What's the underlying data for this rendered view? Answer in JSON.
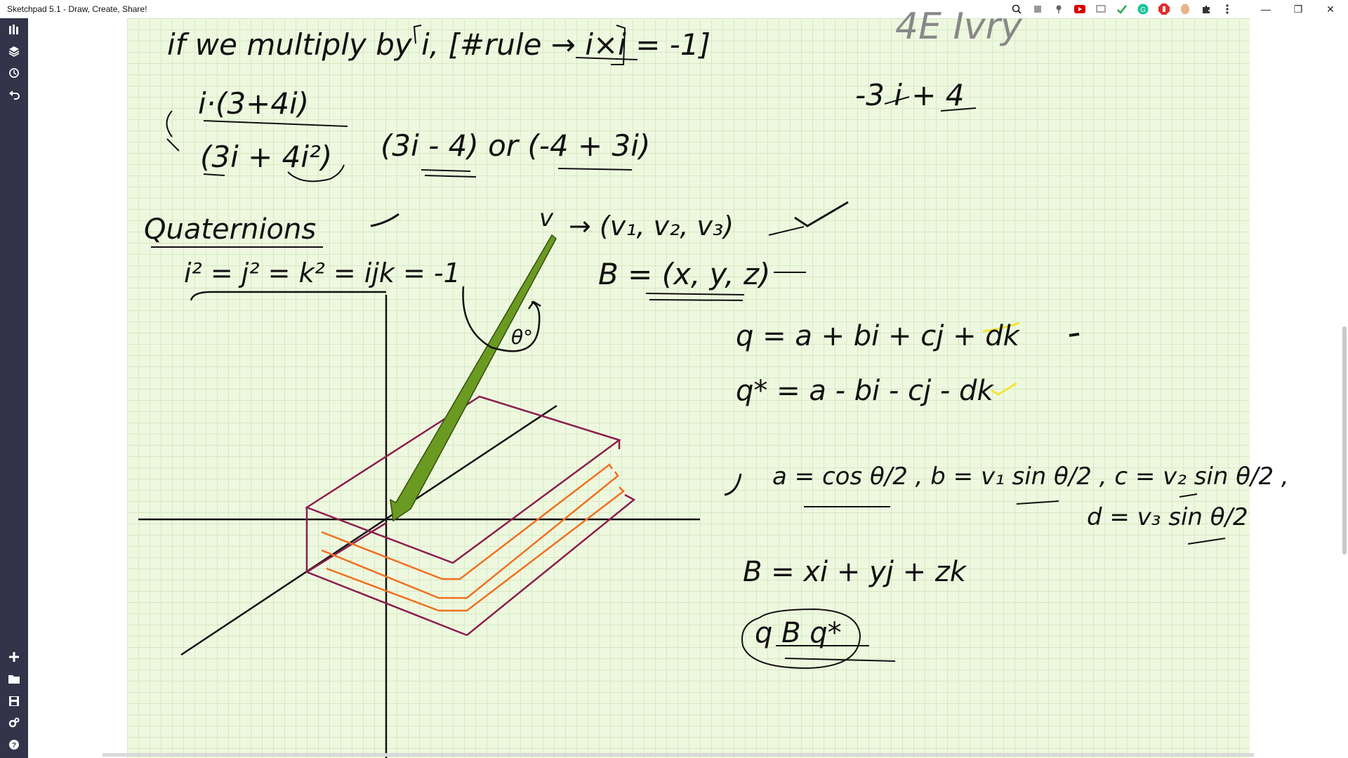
{
  "window": {
    "title": "Sketchpad 5.1 - Draw, Create, Share!",
    "controls": {
      "minimize": "—",
      "restore": "❐",
      "close": "✕"
    }
  },
  "toolbar_icons": [
    "zoom-icon",
    "puzzle-ext-icon",
    "pin-icon",
    "youtube-icon",
    "screen-icon",
    "check-ext-icon",
    "grammarly-icon",
    "adblock-icon",
    "ext-circle-icon",
    "extensions-icon",
    "menu-icon"
  ],
  "sidebar": {
    "top": [
      "tools-icon",
      "layers-icon",
      "history-icon",
      "undo-icon"
    ],
    "bottom": [
      "add-icon",
      "folder-icon",
      "save-icon",
      "settings-icon",
      "help-icon"
    ]
  },
  "notes": {
    "line1": "if we multiply by i, [#rule → i×i = -1]",
    "l2a": "i·(3+4i)",
    "l2b": "(3i + 4i²)",
    "l2c": "(3i - 4) or (-4 + 3i)",
    "top_right_a": "4E  Ivry",
    "top_right_b": "-3 i + 4",
    "quat_title": "Quaternions",
    "quat_rule": "i² = j² = k² = ijk = -1",
    "v_label": "v",
    "v_vec": "→ (v₁, v₂, v₃)",
    "b_vec": "B = (x, y, z)",
    "theta": "θ°",
    "q": "q = a + bi + cj + dk",
    "qstar": "q* = a - bi - cj - dk",
    "abc": "a = cos θ/2 , b = v₁ sin θ/2 , c = v₂ sin θ/2 ,",
    "d": "d = v₃ sin θ/2",
    "B2": "B = xi + yj + zk",
    "qbq": "q B q*"
  },
  "colors": {
    "ink": "#111111",
    "arrow": "#6b9a22",
    "book": "#8b1d4e",
    "pages": "#f07020",
    "highlight": "#f2e43a",
    "sidebar": "#33334a",
    "paper": "#eef8df"
  }
}
